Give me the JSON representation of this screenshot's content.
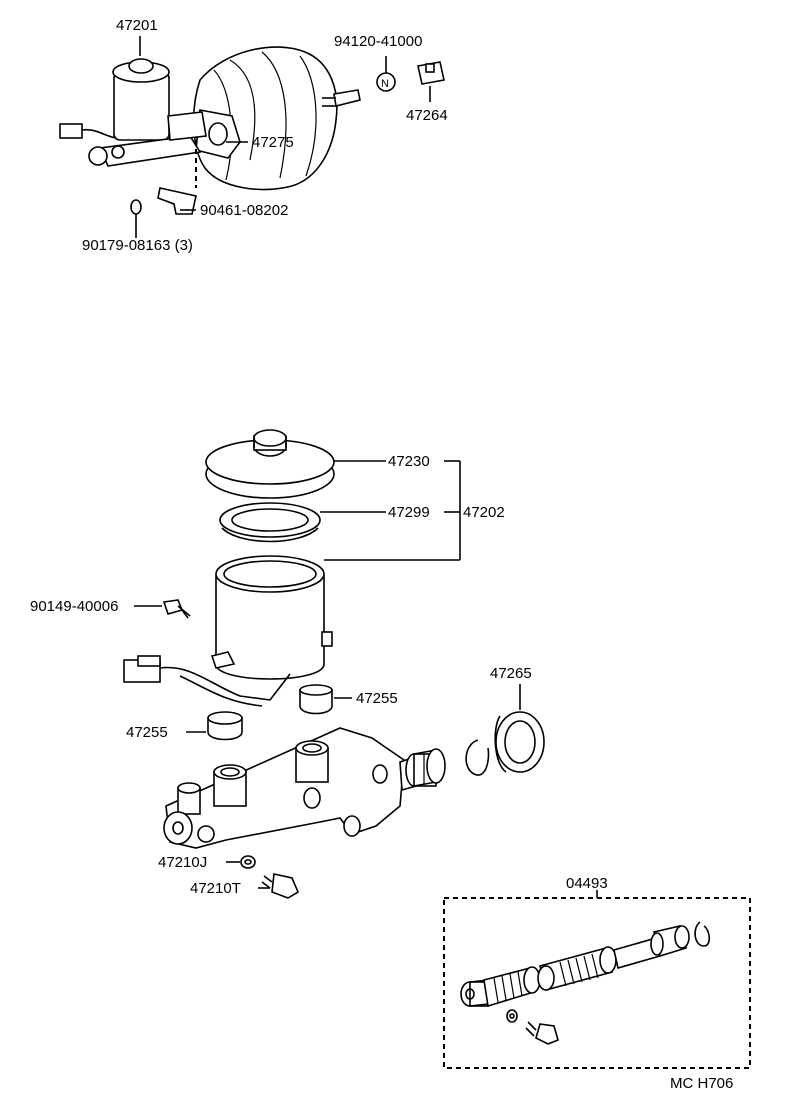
{
  "parts": {
    "p47201": "47201",
    "p94120": "94120-41000",
    "p47264": "47264",
    "p47275": "47275",
    "p90461": "90461-08202",
    "p90179": "90179-08163 (3)",
    "p47230": "47230",
    "p47299": "47299",
    "p47202": "47202",
    "p90149": "90149-40006",
    "p47265": "47265",
    "p47255a": "47255",
    "p47255b": "47255",
    "p47210j": "47210J",
    "p47210t": "47210T",
    "p04493": "04493",
    "nut_mark": "N"
  },
  "footer": {
    "code": "MC  H706"
  }
}
